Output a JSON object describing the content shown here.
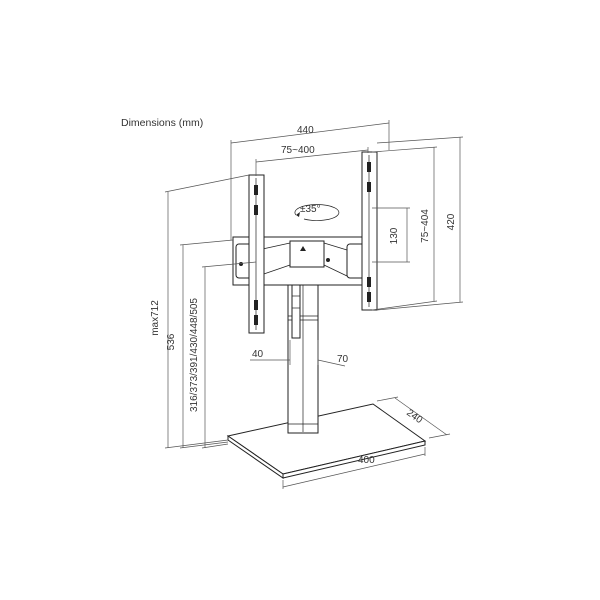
{
  "title": "Dimensions (mm)",
  "labels": {
    "top_width": "440",
    "hole_width": "75~400",
    "rotation": "±35°",
    "hole_height_small": "130",
    "hole_height": "75~404",
    "plate_height": "420",
    "max_height": "max712",
    "height_536": "536",
    "height_options": "316/373/391/430/448/505",
    "column_40": "40",
    "column_70": "70",
    "base_depth": "240",
    "base_width": "400"
  }
}
